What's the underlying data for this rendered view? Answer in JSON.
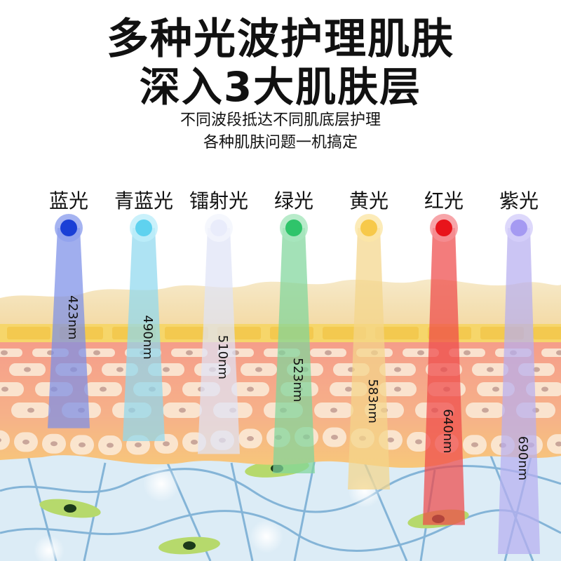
{
  "header": {
    "title_line1": "多种光波护理肌肤",
    "title_line2": "深入3大肌肤层",
    "subtitle_line1": "不同波段抵达不同肌底层护理",
    "subtitle_line2": "各种肌肤问题一机搞定"
  },
  "lights": [
    {
      "label": "蓝光",
      "wavelength": "423nm",
      "color": "#1a3fd6",
      "glow": "#8ea0ee",
      "beam": "#7c8fe8",
      "depth": 0.22
    },
    {
      "label": "青蓝光",
      "wavelength": "490nm",
      "color": "#5fd2ef",
      "glow": "#bdeefa",
      "beam": "#8fd8ee",
      "depth": 0.3
    },
    {
      "label": "镭射光",
      "wavelength": "510nm",
      "color": "#e9ecfb",
      "glow": "#f3f5fd",
      "beam": "#dfe3f7",
      "depth": 0.38
    },
    {
      "label": "绿光",
      "wavelength": "523nm",
      "color": "#2fc46a",
      "glow": "#a6e6bd",
      "beam": "#7fd69b",
      "depth": 0.5
    },
    {
      "label": "黄光",
      "wavelength": "583nm",
      "color": "#f7c94a",
      "glow": "#fbe6a6",
      "beam": "#f4d68a",
      "depth": 0.6
    },
    {
      "label": "红光",
      "wavelength": "640nm",
      "color": "#e8141b",
      "glow": "#f58f93",
      "beam": "#ee4a4a",
      "depth": 0.82
    },
    {
      "label": "紫光",
      "wavelength": "690nm",
      "color": "#a59af2",
      "glow": "#d4cefa",
      "beam": "#b7aef0",
      "depth": 1.0
    }
  ]
}
